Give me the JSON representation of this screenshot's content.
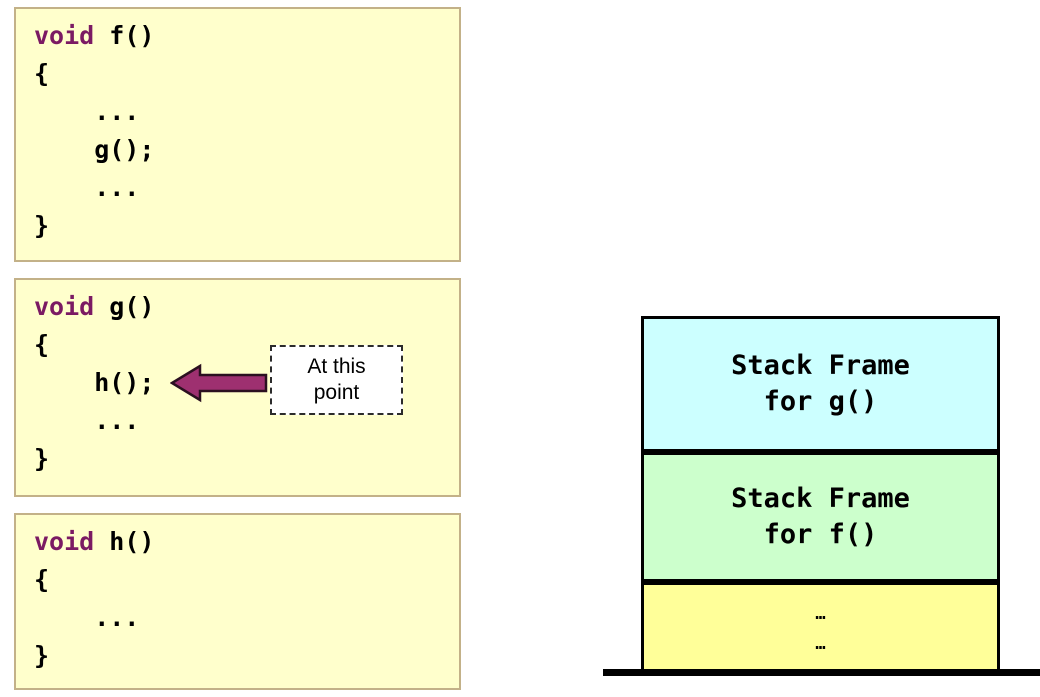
{
  "code_boxes": [
    {
      "name": "function-f",
      "lines": [
        {
          "keyword": "void",
          "rest": " f()"
        },
        {
          "keyword": "",
          "rest": "{"
        },
        {
          "keyword": "",
          "rest": "    ..."
        },
        {
          "keyword": "",
          "rest": "    g();"
        },
        {
          "keyword": "",
          "rest": "    ..."
        },
        {
          "keyword": "",
          "rest": "}"
        }
      ]
    },
    {
      "name": "function-g",
      "lines": [
        {
          "keyword": "void",
          "rest": " g()"
        },
        {
          "keyword": "",
          "rest": "{"
        },
        {
          "keyword": "",
          "rest": "    h();"
        },
        {
          "keyword": "",
          "rest": "    ..."
        },
        {
          "keyword": "",
          "rest": "}"
        }
      ]
    },
    {
      "name": "function-h",
      "lines": [
        {
          "keyword": "void",
          "rest": " h()"
        },
        {
          "keyword": "",
          "rest": "{"
        },
        {
          "keyword": "",
          "rest": "    ..."
        },
        {
          "keyword": "",
          "rest": "}"
        }
      ]
    }
  ],
  "callout": {
    "line1": "At this",
    "line2": "point",
    "arrow_direction": "left",
    "arrow_color": "#9e3070",
    "arrow_outline": "#2b1020",
    "note_background": "#ffffff",
    "note_border_color": "#2b2b2b"
  },
  "stack": {
    "frames": [
      {
        "id": "frame-g",
        "line1": "Stack Frame",
        "line2": "for g()",
        "color": "#ccffff"
      },
      {
        "id": "frame-f",
        "line1": "Stack Frame",
        "line2": "for f()",
        "color": "#ccffcc"
      },
      {
        "id": "frame-rest",
        "line1": "…",
        "line2": "…",
        "color": "#ffff99"
      }
    ],
    "baseline_color": "#000000"
  },
  "colors": {
    "code_background": "#ffffcc",
    "code_border": "#c3b188",
    "keyword": "#7b1a63",
    "text": "#000000",
    "page_background": "#ffffff"
  }
}
